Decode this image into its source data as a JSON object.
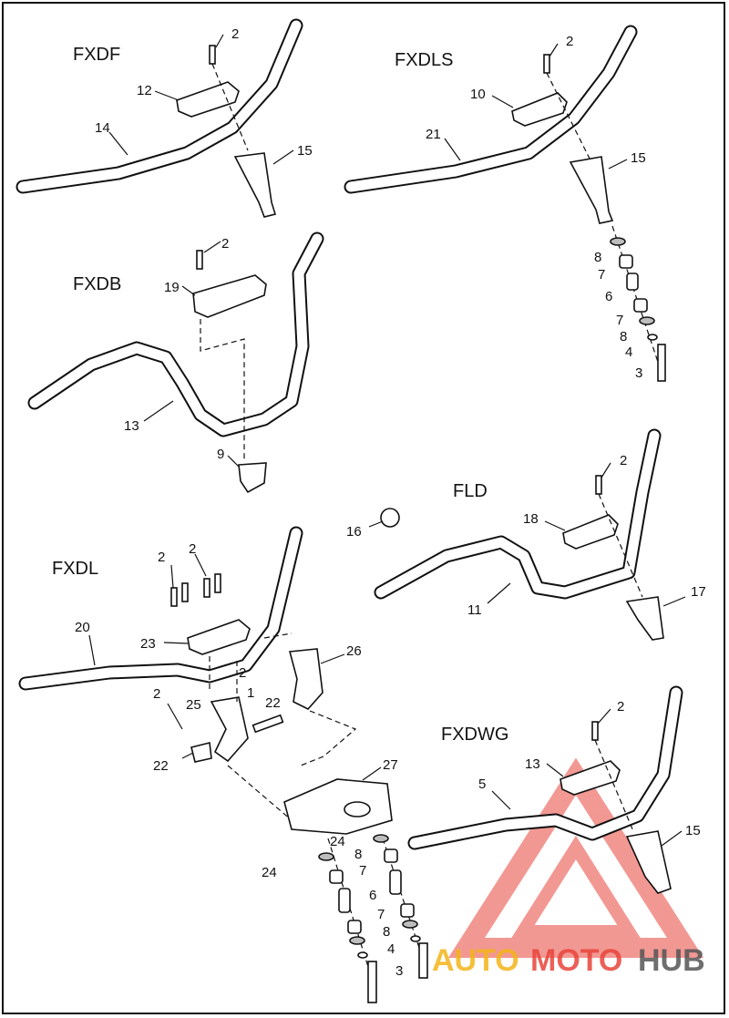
{
  "models": {
    "fxdf": "FXDF",
    "fxdls": "FXDLS",
    "fxdb": "FXDB",
    "fld": "FLD",
    "fxdl": "FXDL",
    "fxdwg": "FXDWG"
  },
  "callouts": {
    "fxdf_2": "2",
    "fxdf_12": "12",
    "fxdf_14": "14",
    "fxdf_15": "15",
    "fxdls_2": "2",
    "fxdls_10": "10",
    "fxdls_21": "21",
    "fxdls_15": "15",
    "fxdls_8a": "8",
    "fxdls_7a": "7",
    "fxdls_6": "6",
    "fxdls_7b": "7",
    "fxdls_8b": "8",
    "fxdls_4": "4",
    "fxdls_3": "3",
    "fxdb_2": "2",
    "fxdb_19": "19",
    "fxdb_13": "13",
    "fxdb_9": "9",
    "fld_2": "2",
    "fld_18": "18",
    "fld_16": "16",
    "fld_11": "11",
    "fld_17": "17",
    "fxdl_2a": "2",
    "fxdl_2b": "2",
    "fxdl_20": "20",
    "fxdl_23": "23",
    "fxdl_2c": "2",
    "fxdl_26": "26",
    "fxdl_2d": "2",
    "fxdl_25": "25",
    "fxdl_1": "1",
    "fxdl_22a": "22",
    "fxdl_22b": "22",
    "fxdl_27": "27",
    "fxdl_24a": "24",
    "fxdl_24b": "24",
    "fxdl_8a": "8",
    "fxdl_7a": "7",
    "fxdl_6": "6",
    "fxdl_7b": "7",
    "fxdl_8b": "8",
    "fxdl_4": "4",
    "fxdl_3": "3",
    "fxdwg_2": "2",
    "fxdwg_13": "13",
    "fxdwg_5": "5",
    "fxdwg_15": "15"
  },
  "watermark": {
    "word_auto": "AUTO",
    "word_moto": "MOTO",
    "word_hub": "HUB",
    "color_primary": "#e8453c",
    "color_secondary": "#f4b41a",
    "color_dark": "#555555"
  }
}
